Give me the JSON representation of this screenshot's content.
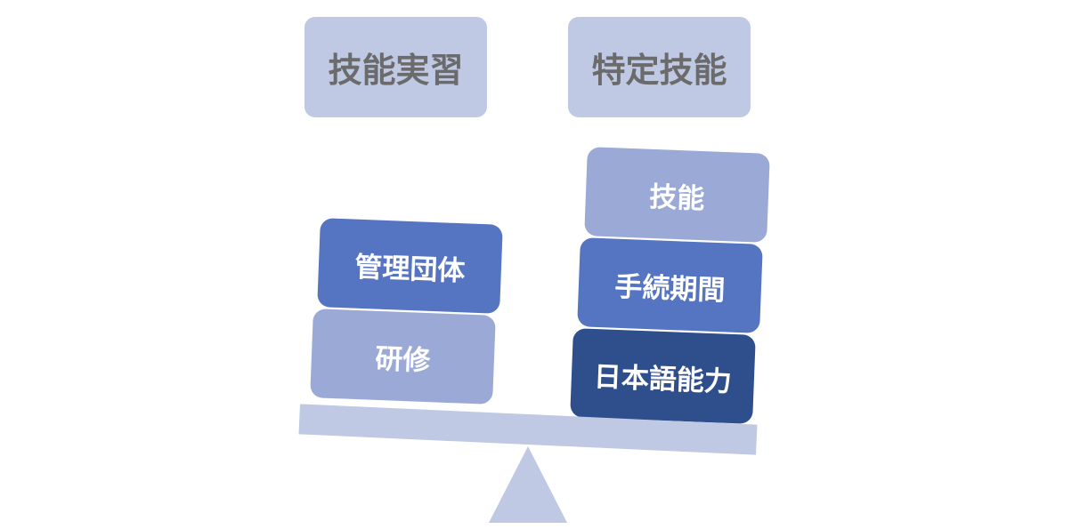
{
  "headers": {
    "left": "技能実習",
    "right": "特定技能"
  },
  "left_pan": {
    "blocks": [
      "管理団体",
      "研修"
    ]
  },
  "right_pan": {
    "blocks": [
      "技能",
      "手続期間",
      "日本語能力"
    ]
  },
  "colors": {
    "header_fill": "#c0c9e4",
    "header_text": "#6b6b6b",
    "block_light": "#9aa9d6",
    "block_mid": "#5574c2",
    "block_dark": "#2f4f8c",
    "scale_fill": "#c0c9e4"
  }
}
